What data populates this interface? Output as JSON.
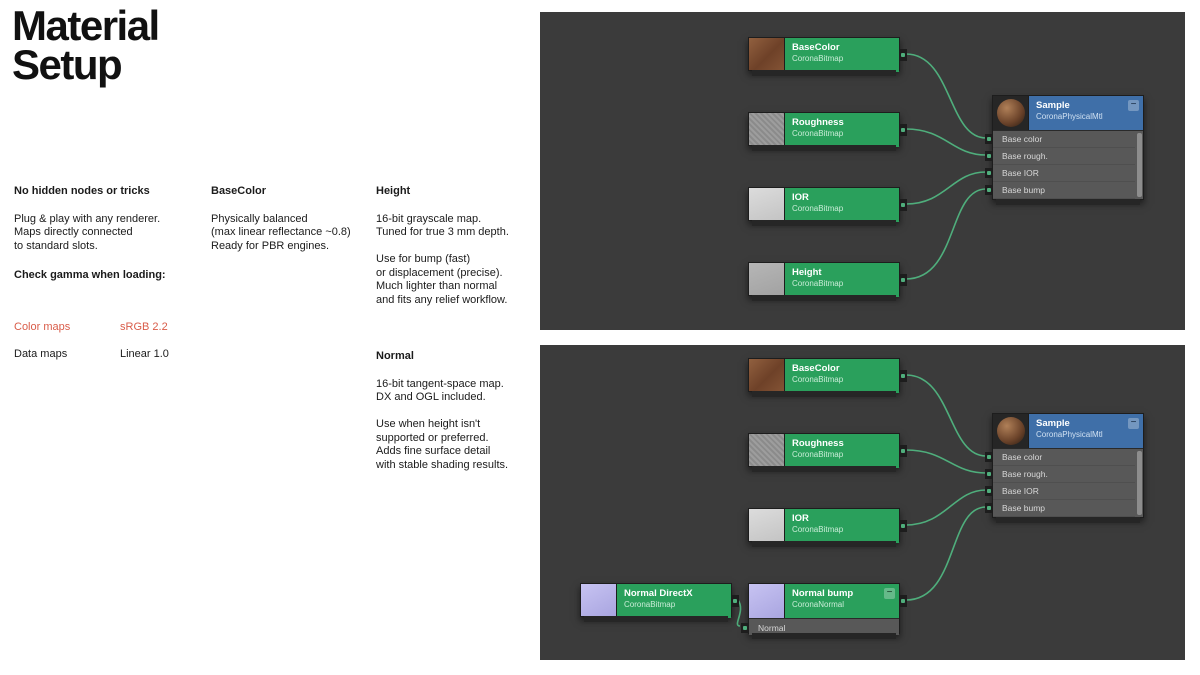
{
  "left": {
    "title": "Material\nSetup",
    "col1": {
      "heading": "No hidden nodes or tricks",
      "body": "Plug & play with any renderer.\nMaps directly connected\nto standard slots.",
      "gamma_heading": "Check gamma when loading:",
      "gamma_rows": [
        {
          "label": "Color maps",
          "value": "sRGB 2.2"
        },
        {
          "label": "Data maps",
          "value": "Linear 1.0"
        }
      ]
    },
    "col2": {
      "heading": "BaseColor",
      "body": "Physically balanced\n(max linear reflectance ~0.8)\nReady for PBR engines."
    },
    "col3": {
      "heading": "Height",
      "body": "16-bit grayscale map.\nTuned for true 3 mm depth.\n\nUse for bump (fast)\nor displacement (precise).\nMuch lighter than normal\nand fits any relief workflow."
    },
    "col4": {
      "heading": "Normal",
      "body": "16-bit tangent-space map.\nDX and OGL included.\n\nUse when height isn't\nsupported or preferred.\nAdds fine surface detail\nwith stable shading results."
    }
  },
  "colors": {
    "map_node_green": "#2aa05c",
    "material_node_blue": "#3f6fa8",
    "wire_green": "#4fae7c",
    "highlight_red": "#d95c49",
    "panel_bg": "#3b3b3b"
  },
  "panels": [
    {
      "maps": [
        {
          "title": "BaseColor",
          "subtitle": "CoronaBitmap"
        },
        {
          "title": "Roughness",
          "subtitle": "CoronaBitmap"
        },
        {
          "title": "IOR",
          "subtitle": "CoronaBitmap"
        },
        {
          "title": "Height",
          "subtitle": "CoronaBitmap"
        }
      ],
      "sample": {
        "title": "Sample",
        "subtitle": "CoronaPhysicalMtl",
        "collapse": "−",
        "slots": [
          "Base color",
          "Base rough.",
          "Base IOR",
          "Base bump"
        ]
      }
    },
    {
      "maps": [
        {
          "title": "BaseColor",
          "subtitle": "CoronaBitmap"
        },
        {
          "title": "Roughness",
          "subtitle": "CoronaBitmap"
        },
        {
          "title": "IOR",
          "subtitle": "CoronaBitmap"
        },
        {
          "title": "Normal DirectX",
          "subtitle": "CoronaBitmap"
        },
        {
          "title": "Normal bump",
          "subtitle": "CoronaNormal",
          "collapse": "−",
          "slot": "Normal"
        }
      ],
      "sample": {
        "title": "Sample",
        "subtitle": "CoronaPhysicalMtl",
        "collapse": "−",
        "slots": [
          "Base color",
          "Base rough.",
          "Base IOR",
          "Base bump"
        ]
      }
    }
  ]
}
